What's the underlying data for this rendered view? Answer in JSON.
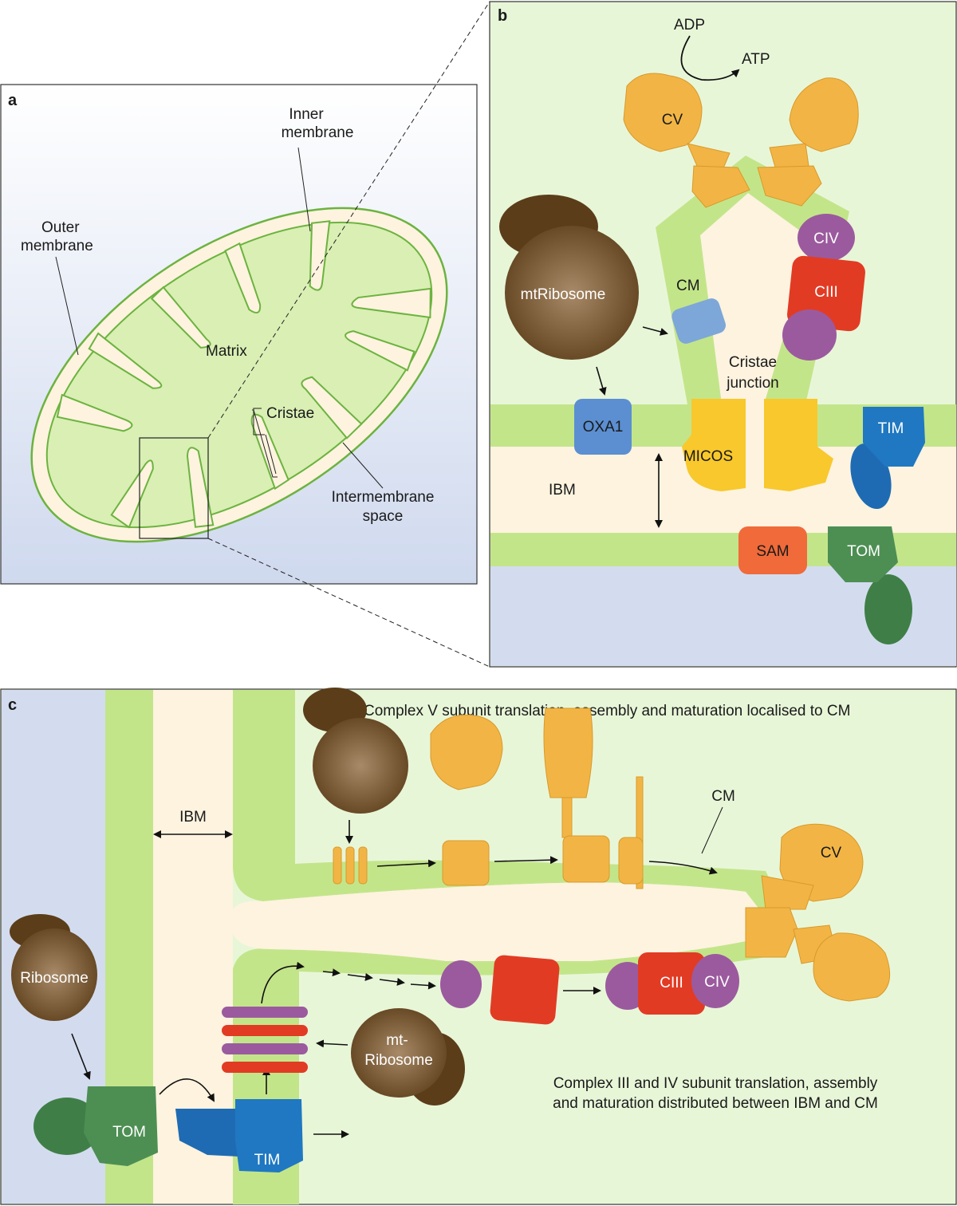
{
  "panel_a": {
    "letter": "a",
    "inner_membrane_1": "Inner",
    "inner_membrane_2": "membrane",
    "outer_membrane_1": "Outer",
    "outer_membrane_2": "membrane",
    "matrix": "Matrix",
    "cristae": "Cristae",
    "intermembrane_1": "Intermembrane",
    "intermembrane_2": "space"
  },
  "panel_b": {
    "letter": "b",
    "adp": "ADP",
    "atp": "ATP",
    "cv": "CV",
    "civ": "CIV",
    "ciii": "CIII",
    "cm": "CM",
    "mtribosome": "mtRibosome",
    "cristae_junction_1": "Cristae",
    "cristae_junction_2": "junction",
    "oxa1": "OXA1",
    "micos": "MICOS",
    "tim": "TIM",
    "ibm": "IBM",
    "sam": "SAM",
    "tom": "TOM"
  },
  "panel_c": {
    "letter": "c",
    "title_top": "Complex V subunit translation, assembly and maturation localised to CM",
    "ibm": "IBM",
    "cm": "CM",
    "cv": "CV",
    "ribosome": "Ribosome",
    "mt_ribosome_1": "mt-",
    "mt_ribosome_2": "Ribosome",
    "ciii": "CIII",
    "civ": "CIV",
    "tom": "TOM",
    "tim": "TIM",
    "caption_1": "Complex III and IV subunit translation, assembly",
    "caption_2": "and maturation distributed between IBM and CM"
  },
  "colors": {
    "matrix_green": "#d9efb4",
    "membrane_green": "#c3e58a",
    "membrane_edge": "#6cb33f",
    "ims_cream": "#fdf3df",
    "cytosol_blue": "#d3dcef",
    "cv_orange": "#f2b545",
    "ciii_red": "#e23b24",
    "civ_purple": "#9b5a9e",
    "cm_blue": "#7da7d8",
    "oxa1_blue": "#5b8fd1",
    "micos_yellow": "#f8c82c",
    "tim_blue": "#1f78c1",
    "sam_orange": "#f06a3a",
    "tom_green": "#4d8f53",
    "ribosome_brown": "#6b4a23"
  }
}
